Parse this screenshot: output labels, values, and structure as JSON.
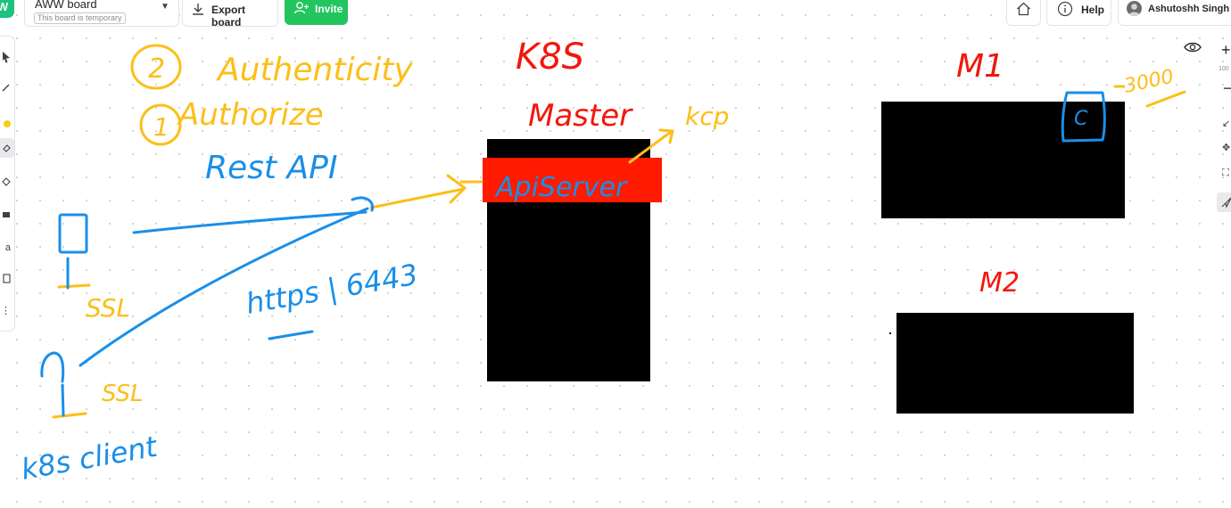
{
  "topbar": {
    "logo_icon": "excalidraw-logo-icon",
    "board_title": "AWW board",
    "board_badge": "This board is temporary",
    "export_label": "Export board",
    "invite_label": "Invite",
    "help_label": "Help",
    "user_name": "Ashutoshh Singh",
    "accent_color": "#22c55e"
  },
  "toolbar": {
    "tools": [
      "select-icon",
      "pen-icon",
      "color-swatch-icon",
      "eraser-icon",
      "shape-icon",
      "fill-icon",
      "text-icon",
      "sticky-note-icon",
      "more-icon"
    ],
    "active_tool": "eraser-icon",
    "pen_color": "#facc15"
  },
  "zoom": {
    "level": "100"
  },
  "canvas": {
    "labels": {
      "step2": "2",
      "authenticity": "Authenticity",
      "step1": "1",
      "authorize": "Authorize",
      "rest_api": "Rest API",
      "ssl_top": "SSL",
      "ssl_bottom": "SSL",
      "https": "https | 6443",
      "client": "k8s client",
      "k8s": "K8S",
      "master": "Master",
      "kcp": "kcp",
      "api_server": "ApiServer",
      "m1": "M1",
      "m2": "M2",
      "c": "C",
      "port": "3000"
    },
    "colors": {
      "yellow": "#fcbf18",
      "blue": "#1a8fe8",
      "red": "#f4160c",
      "api_server_fill": "#ff1a00",
      "node_fill": "#000000"
    }
  }
}
